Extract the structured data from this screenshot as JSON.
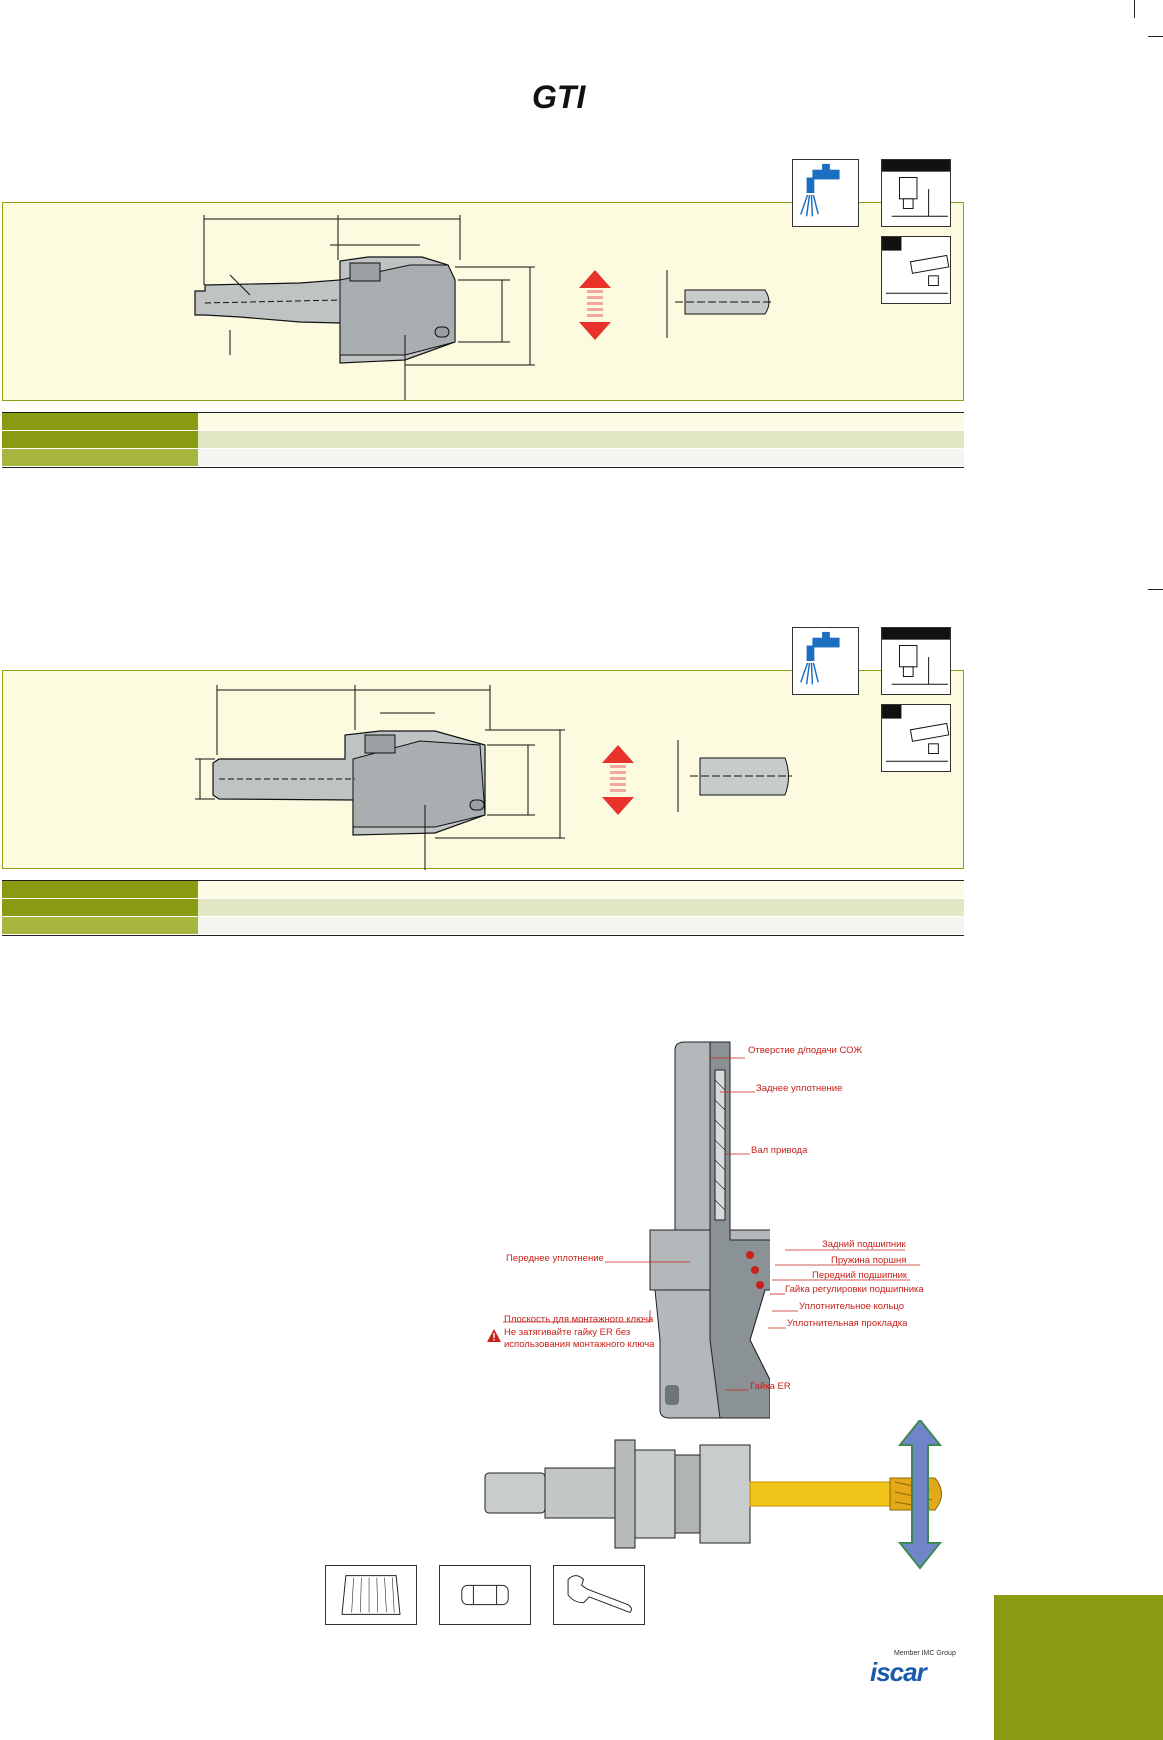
{
  "header": {
    "brand_logo": "GTI"
  },
  "tool1": {
    "icons": [
      "coolant-tap-icon",
      "machine-axial-icon",
      "machine-radial-icon"
    ]
  },
  "tool2": {
    "icons": [
      "coolant-tap-icon",
      "machine-axial-icon",
      "machine-radial-icon"
    ]
  },
  "cutaway": {
    "labels": {
      "coolant_hole": "Отверстие д/подачи СОЖ",
      "rear_seal": "Заднее уплотнение",
      "drive_shaft": "Вал привода",
      "front_seal": "Переднее уплотнение",
      "rear_bearing": "Задний подшипник",
      "piston_spring": "Пружина поршня",
      "front_bearing": "Передний подшипник",
      "bearing_nut": "Гайка регулировки подшипника",
      "seal_ring": "Уплотнительное кольцо",
      "gasket": "Уплотнительная прокладка",
      "wrench_flat": "Плоскость для монтажного ключа",
      "warning_line1": "Не затягивайте гайку ER без",
      "warning_line2": "использования монтажного ключа",
      "er_nut": "Гайка ER"
    }
  },
  "accessories": [
    "collet-icon",
    "nut-icon",
    "wrench-icon"
  ],
  "footer": {
    "member": "Member IMC Group",
    "brand": "iscar"
  },
  "colors": {
    "accent_green": "#8a9b12",
    "label_red": "#c8201a",
    "coolant_blue": "#1b6fc0",
    "float_arrow_red": "#e8322a",
    "tool_gold": "#f0c419"
  }
}
